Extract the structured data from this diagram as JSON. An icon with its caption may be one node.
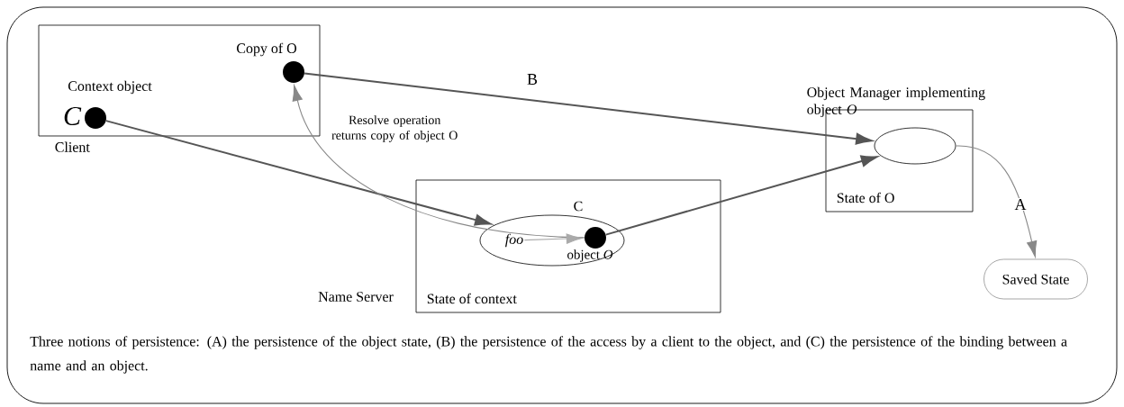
{
  "diagram": {
    "caption": "Three notions of persistence: (A) the persistence of the object state, (B) the persistence of the access by a client to the object, and (C) the persistence of the binding between a name and an object.",
    "nodes": [
      {
        "text": [
          "Client"
        ]
      },
      {
        "text": [],
        "shape": "circle",
        "in": 0,
        "beside": [
          "Context object",
          "C"
        ]
      },
      {
        "text": [],
        "shape": "circle",
        "in": 0,
        "beside": [
          "Copy of O"
        ]
      },
      {
        "text": [
          "State of context"
        ],
        "beside": [
          "Name Server"
        ]
      },
      {
        "text": [],
        "shape": "ellipse",
        "in": 3,
        "beside": [
          "C"
        ]
      },
      {
        "text": [
          "foo"
        ],
        "in": 4
      },
      {
        "text": [],
        "shape": "circle",
        "in": 4,
        "beside": [
          "object *O*"
        ]
      },
      {
        "text": [
          "State of O"
        ],
        "beside": [
          "Object Manager implementing object *O*"
        ]
      },
      {
        "text": [],
        "shape": "ellipse",
        "in": 7
      },
      {
        "text": [
          "Saved State"
        ]
      }
    ],
    "edges": [
      {
        "from": 2,
        "to": 8,
        "arrow": "to",
        "label": "B"
      },
      {
        "from": 1,
        "to": 4,
        "arrow": "to"
      },
      {
        "from": 6,
        "to": 8,
        "arrow": "to"
      },
      {
        "from": 6,
        "to": 2,
        "arrow": "to",
        "label": "Resolve operation returns copy of object O",
        "color": "#888888"
      },
      {
        "from": 5,
        "to": 6,
        "arrow": "to",
        "color": "#aaaaaa"
      },
      {
        "from": 8,
        "to": 9,
        "arrow": "to",
        "label": "A",
        "color": "#888888"
      }
    ]
  }
}
